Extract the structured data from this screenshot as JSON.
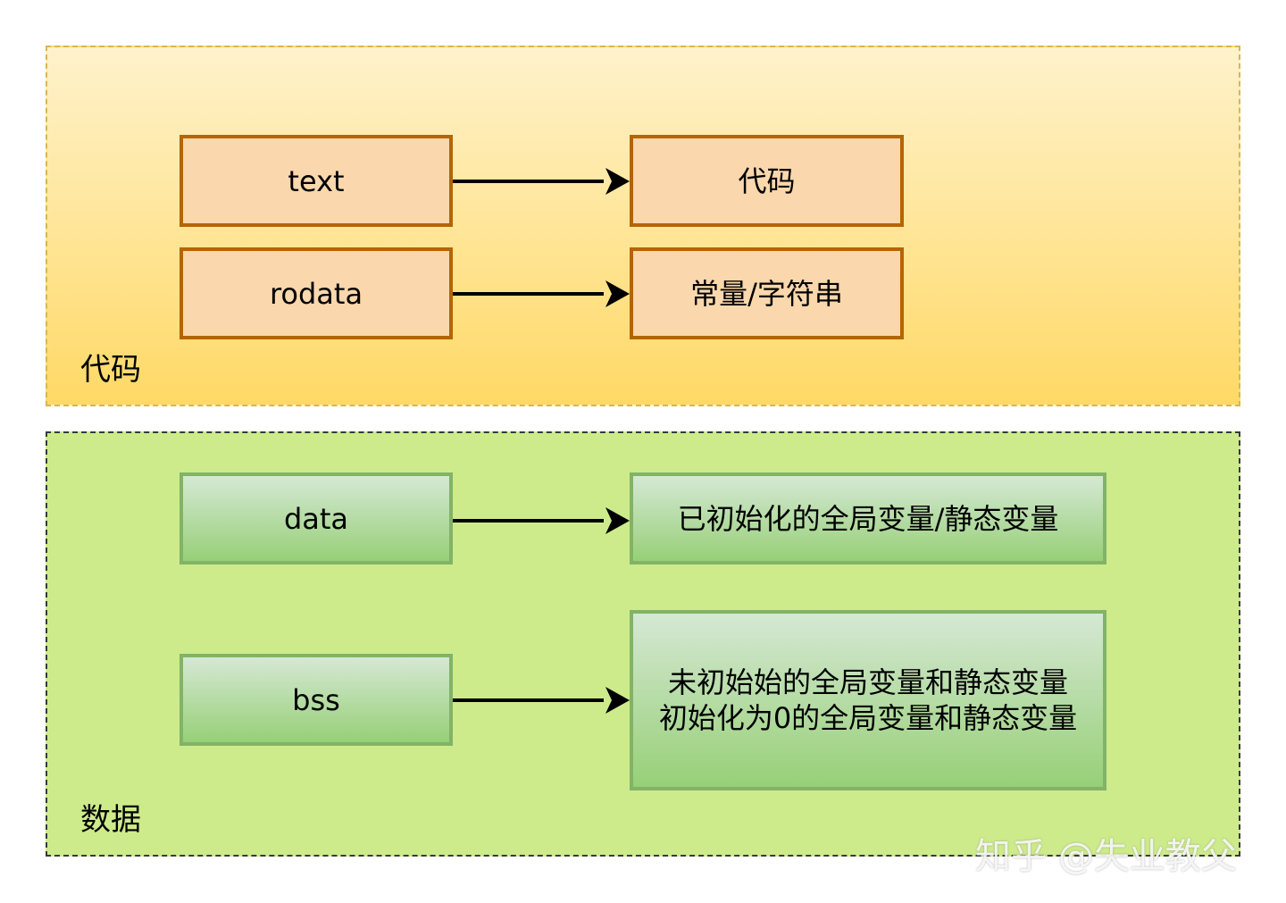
{
  "groups": {
    "code": {
      "label": "代码"
    },
    "data": {
      "label": "数据"
    }
  },
  "boxes": {
    "text": "text",
    "code": "代码",
    "rodata": "rodata",
    "const_string": "常量/字符串",
    "data": "data",
    "initialized_vars": "已初始化的全局变量/静态变量",
    "bss": "bss",
    "uninitialized_vars": "未初始始的全局变量和静态变量\n初始化为0的全局变量和静态变量"
  },
  "watermark": "知乎 @失业教父",
  "colors": {
    "code_group_fill_top": "#fff2cc",
    "code_group_fill_bottom": "#ffd966",
    "code_group_border": "#d6b656",
    "data_group_fill": "#cdeb8b",
    "orange_fill": "#fad7ac",
    "orange_border": "#b46504",
    "green_fill_top": "#d5e8d4",
    "green_fill_bottom": "#97d077",
    "green_border": "#82b366"
  }
}
